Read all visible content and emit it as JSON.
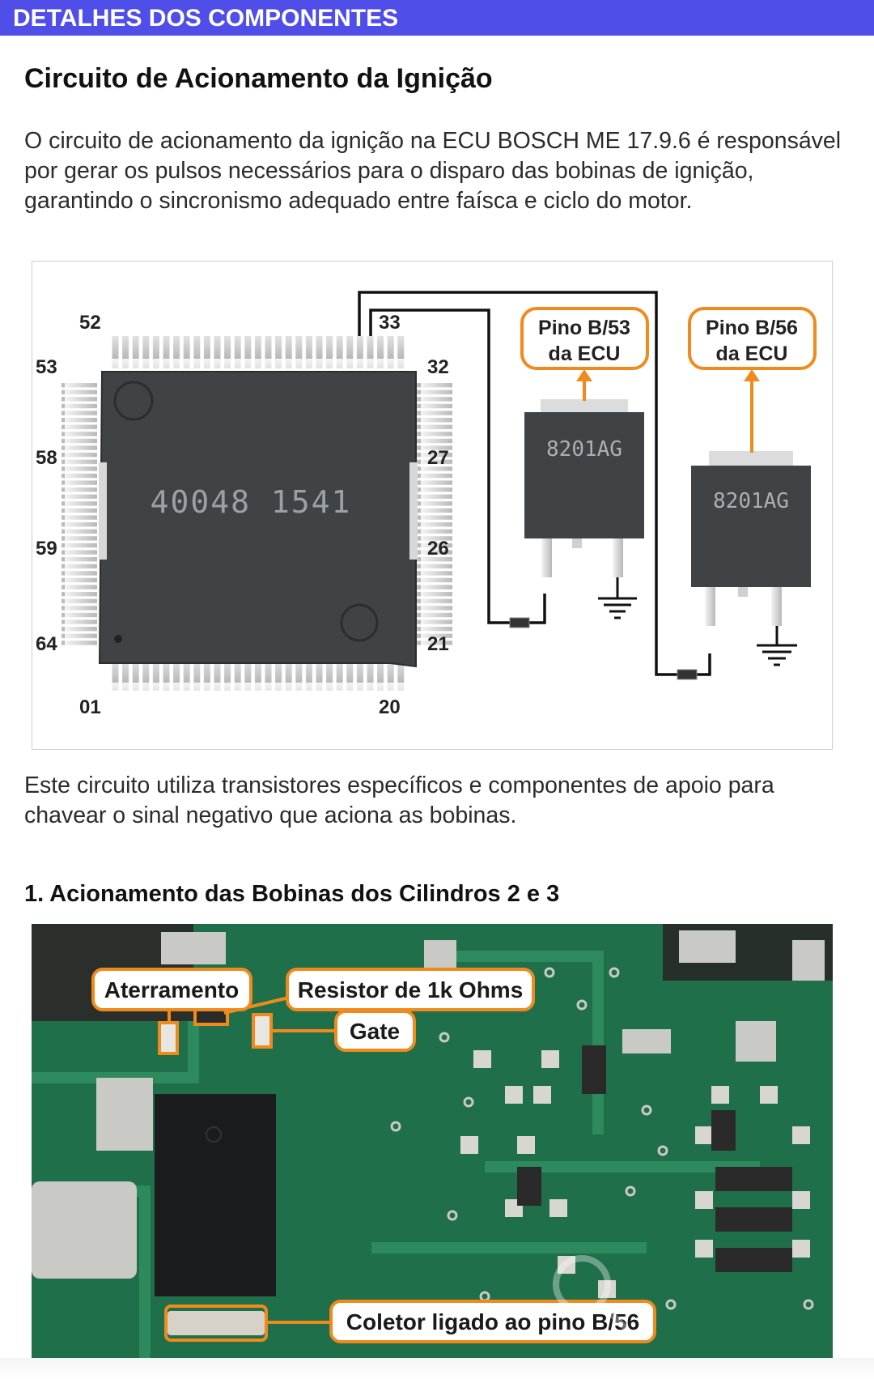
{
  "banner": {
    "title": "DETALHES DOS COMPONENTES"
  },
  "section": {
    "title": "Circuito de Acionamento da Ignição",
    "intro": "O circuito de acionamento da ignição na ECU BOSCH ME 17.9.6 é responsável por gerar os pulsos necessários para o disparo das bobinas de ignição, garantindo o sincronismo adequado entre faísca e ciclo do motor.",
    "explanation": "Este circuito utiliza transistores específicos e componentes de apoio para chavear o sinal negativo que aciona as bobinas."
  },
  "diagram": {
    "chip_marking": "40048 1541",
    "pin_labels": {
      "p52": "52",
      "p53": "53",
      "p58": "58",
      "p59": "59",
      "p64": "64",
      "p01": "01",
      "p33": "33",
      "p32": "32",
      "p27": "27",
      "p26": "26",
      "p21": "21",
      "p20": "20"
    },
    "transistor_marking": "8201AG",
    "callout_left": {
      "line1": "Pino B/53",
      "line2": "da ECU"
    },
    "callout_right": {
      "line1": "Pino B/56",
      "line2": "da ECU"
    },
    "colors": {
      "callout": "#f08a1c",
      "chip_body": "#3f4346",
      "pcb": "#1f6f4a"
    }
  },
  "subsection": {
    "title": "1. Acionamento das Bobinas dos Cilindros 2 e 3"
  },
  "photo": {
    "labels": {
      "ground": "Aterramento",
      "resistor": "Resistor de 1k Ohms",
      "gate": "Gate",
      "collector": "Coletor ligado ao pino B/56"
    }
  }
}
